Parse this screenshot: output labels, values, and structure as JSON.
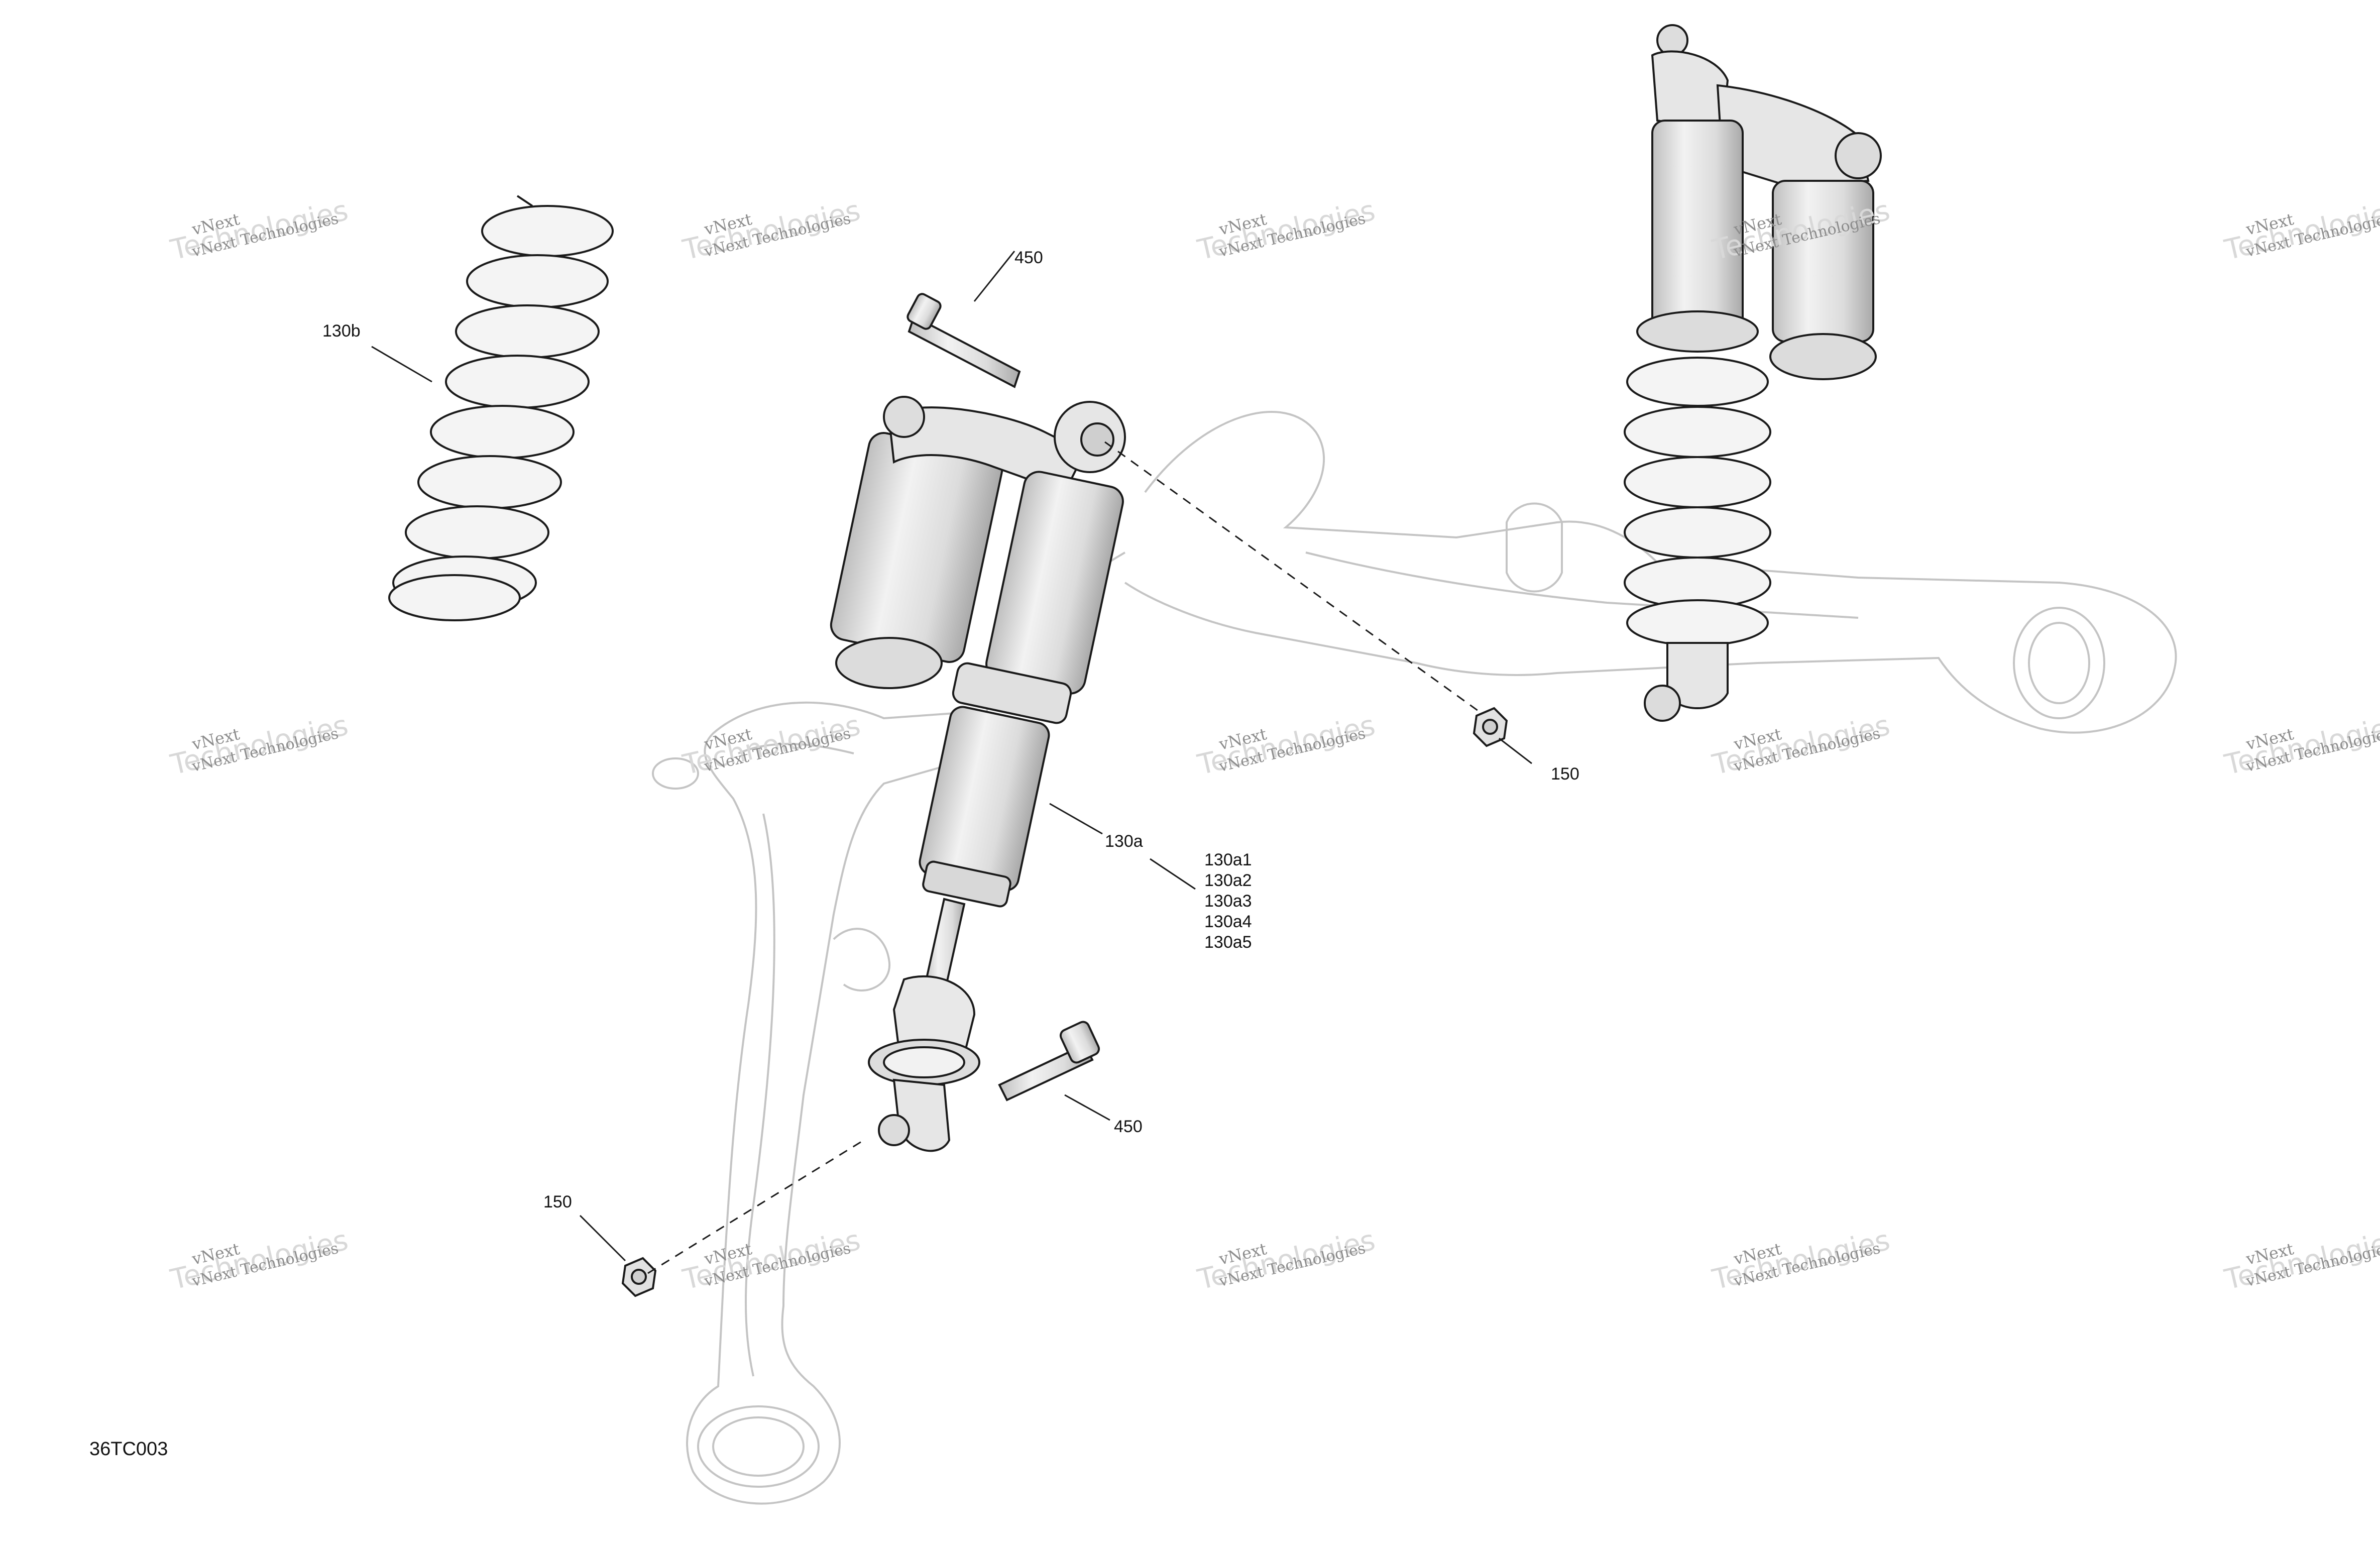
{
  "figure_code": "36TC003",
  "callouts": {
    "spring": "130b",
    "bolt_top": "450",
    "nut_top": "150",
    "shock": "130a",
    "bolt_bottom": "450",
    "nut_bottom": "150"
  },
  "shock_parts": [
    "130a1",
    "130a2",
    "130a3",
    "130a4",
    "130a5"
  ],
  "watermark": {
    "line1": "vNext",
    "line2": "Technologies",
    "line3": "vNext Technologies"
  },
  "colors": {
    "line": "#1a1a1a",
    "ghost_line": "#bdbdbd",
    "part_fill": "#e9e9e9",
    "background": "#ffffff"
  }
}
